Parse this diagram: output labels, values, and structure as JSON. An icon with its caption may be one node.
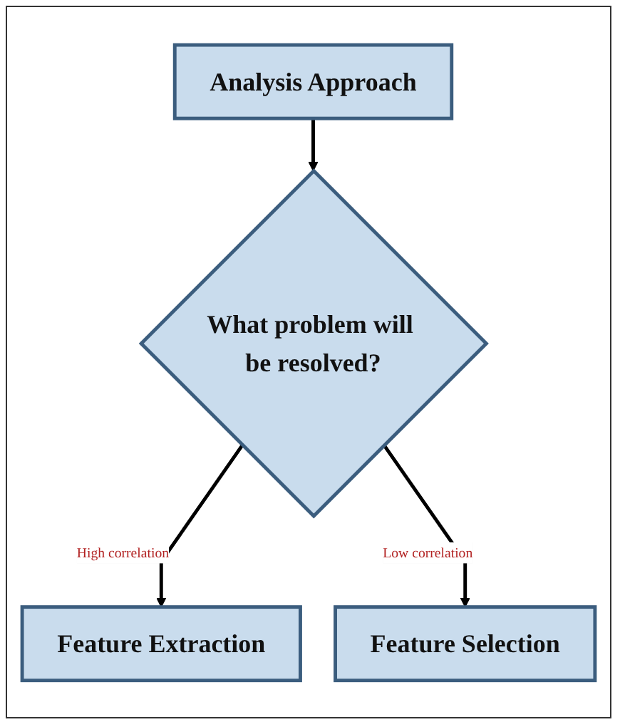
{
  "diagram": {
    "nodes": [
      {
        "text": [
          "Analysis Approach"
        ]
      },
      {
        "text": [
          "What problem will be resolved?"
        ]
      },
      {
        "text": [
          "Feature Extraction"
        ]
      },
      {
        "text": [
          "Feature Selection"
        ]
      }
    ],
    "edges": [
      {
        "from": 0,
        "to": 1,
        "arrow": "to"
      },
      {
        "from": 1,
        "to": 2,
        "arrow": "to",
        "label": "High correlation"
      },
      {
        "from": 1,
        "to": 3,
        "arrow": "to",
        "label": "Low correlation"
      }
    ]
  }
}
